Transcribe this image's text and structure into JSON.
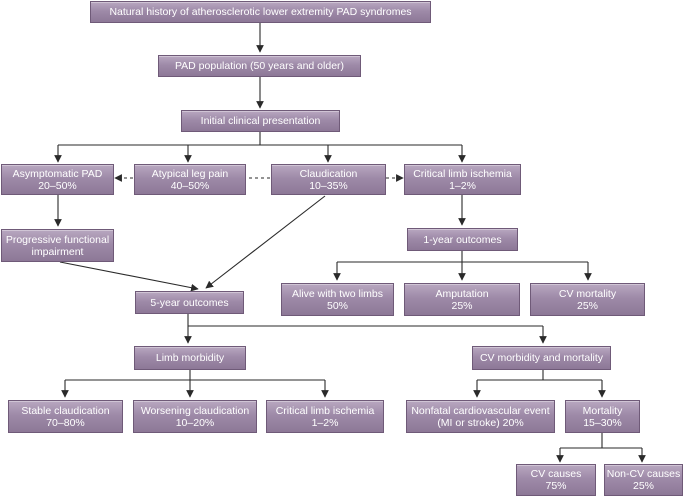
{
  "title": "Natural history of atherosclerotic lower extremity PAD syndromes",
  "population": "PAD population (50 years and older)",
  "initial": "Initial clinical presentation",
  "asymptomatic": {
    "label": "Asymptomatic PAD",
    "value": "20–50%"
  },
  "atypical": {
    "label": "Atypical leg pain",
    "value": "40–50%"
  },
  "claudication": {
    "label": "Claudication",
    "value": "10–35%"
  },
  "cli_top": {
    "label": "Critical limb ischemia",
    "value": "1–2%"
  },
  "progressive": {
    "line1": "Progressive functional",
    "line2": "impairment"
  },
  "one_year": "1-year outcomes",
  "alive": {
    "label": "Alive with two limbs",
    "value": "50%"
  },
  "amputation": {
    "label": "Amputation",
    "value": "25%"
  },
  "cv_mortality": {
    "label": "CV mortality",
    "value": "25%"
  },
  "five_year": "5-year outcomes",
  "limb_morbidity": "Limb morbidity",
  "cv_morbidity": "CV morbidity and mortality",
  "stable": {
    "label": "Stable claudication",
    "value": "70–80%"
  },
  "worsening": {
    "label": "Worsening claudication",
    "value": "10–20%"
  },
  "cli_bottom": {
    "label": "Critical limb ischemia",
    "value": "1–2%"
  },
  "nonfatal": {
    "line1": "Nonfatal cardiovascular event",
    "line2": "(MI or stroke) 20%"
  },
  "mortality": {
    "label": "Mortality",
    "value": "15–30%"
  },
  "cv_causes": {
    "label": "CV causes",
    "value": "75%"
  },
  "noncv_causes": {
    "label": "Non-CV causes",
    "value": "25%"
  }
}
